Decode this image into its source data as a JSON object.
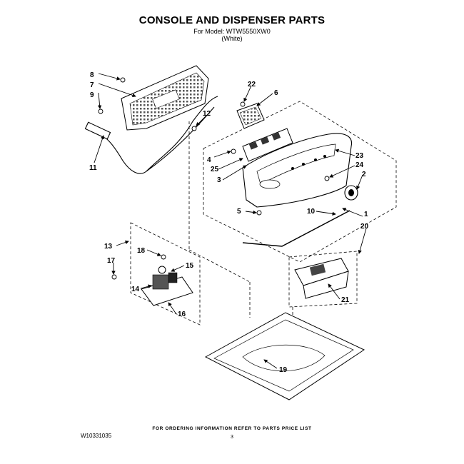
{
  "header": {
    "title": "CONSOLE AND DISPENSER PARTS",
    "model": "For Model: WTW5550XW0",
    "variant": "(White)"
  },
  "callouts": [
    "8",
    "7",
    "9",
    "11",
    "12",
    "22",
    "6",
    "4",
    "25",
    "3",
    "23",
    "24",
    "2",
    "5",
    "10",
    "1",
    "20",
    "13",
    "17",
    "18",
    "15",
    "14",
    "16",
    "21",
    "19"
  ],
  "footer": {
    "doc_number": "W10331035",
    "order_note": "FOR ORDERING INFORMATION REFER TO PARTS PRICE LIST",
    "page": "3"
  }
}
